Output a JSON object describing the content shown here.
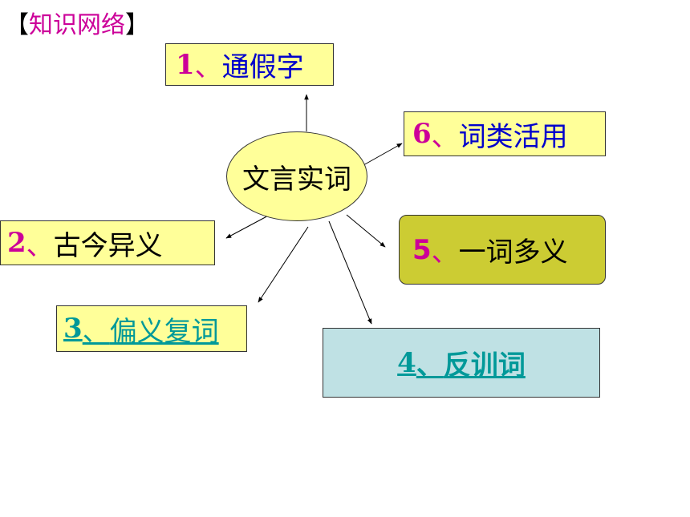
{
  "title": {
    "open": "【",
    "text": "知识网络",
    "close": "】"
  },
  "center": "文言实词",
  "nodes": [
    {
      "num": "1",
      "sep": "、",
      "label": "通假字"
    },
    {
      "num": "6",
      "sep": "、",
      "label": "词类活用"
    },
    {
      "num": "2",
      "sep": "、",
      "label": "古今异义"
    },
    {
      "num": "5",
      "sep": "、",
      "label": "一词多义"
    },
    {
      "num": "3",
      "sep": "、",
      "label": "偏义复词"
    },
    {
      "num": "4",
      "sep": "、",
      "label": "反训词"
    }
  ],
  "colors": {
    "pink": "#cc0099",
    "blue": "#0000cc",
    "teal": "#009999",
    "box_yellow": "#ffff99",
    "olive": "#cccc33",
    "light_blue": "#bfe1e4"
  }
}
